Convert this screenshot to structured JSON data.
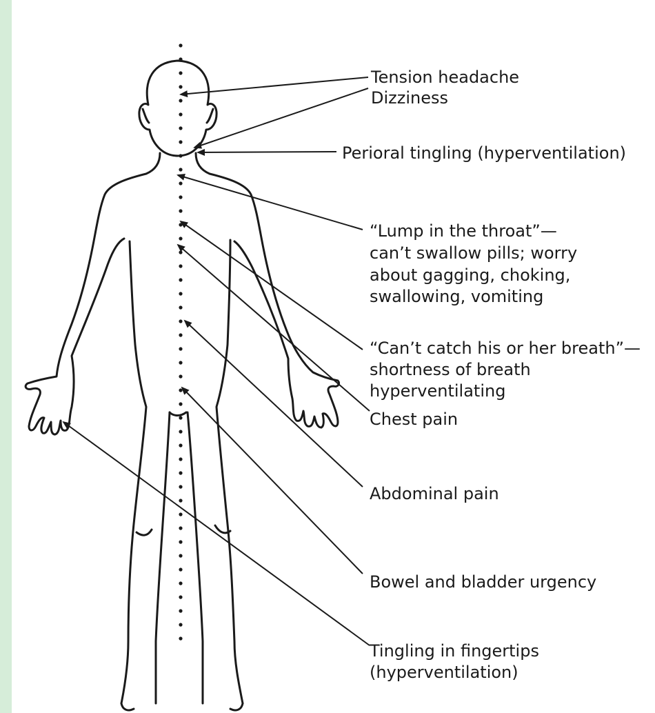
{
  "labels": {
    "tension_headache": "Tension headache",
    "dizziness": "Dizziness",
    "perioral_tingling": "Perioral tingling (hyperventilation)",
    "lump_line1": "“Lump in the throat”—",
    "lump_line2": "can’t swallow pills; worry",
    "lump_line3": "about gagging, choking,",
    "lump_line4": "swallowing, vomiting",
    "breath_line1": "“Can’t catch his or her breath”—",
    "breath_line2": "shortness of breath",
    "breath_line3": "hyperventilating",
    "chest_pain": "Chest pain",
    "abdominal_pain": "Abdominal pain",
    "bowel_bladder": "Bowel and bladder urgency",
    "fingertips_line1": "Tingling in fingertips",
    "fingertips_line2": "(hyperventilation)"
  },
  "colors": {
    "border": "#d6edd9",
    "background": "#ffffff",
    "ink": "#1a1a1a"
  }
}
